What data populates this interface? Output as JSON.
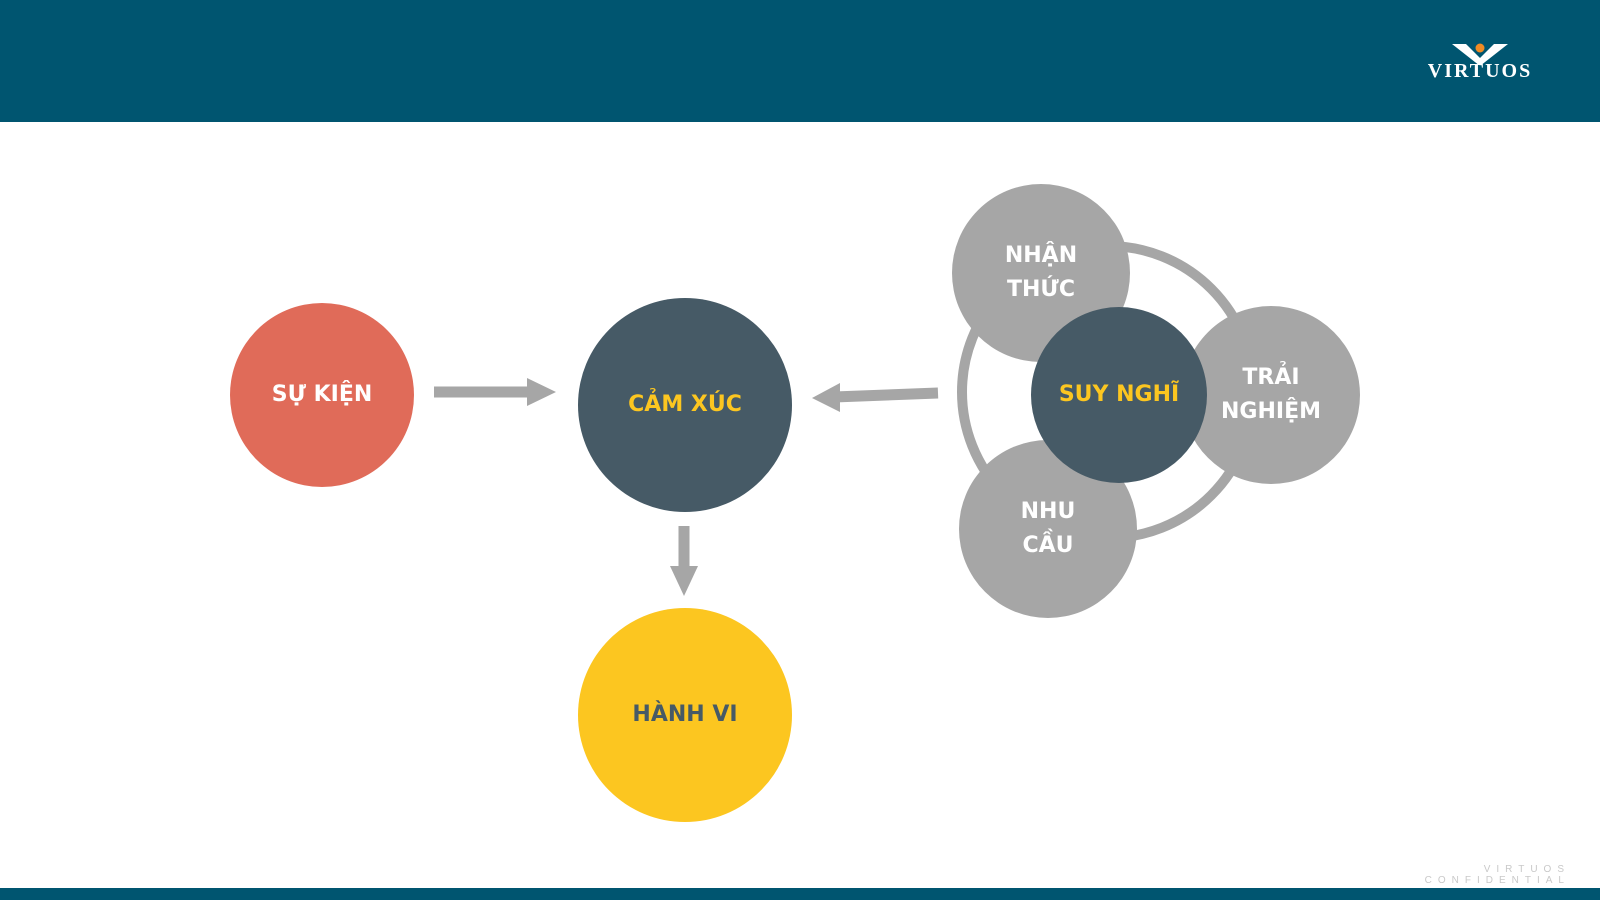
{
  "brand": {
    "logo_text": "VIRTUOS",
    "footer_text": "VIRTUOS CONFIDENTIAL",
    "bar_color": "#005570"
  },
  "nodes": {
    "event": "SỰ KIỆN",
    "emotion": "CẢM XÚC",
    "behavior": "HÀNH VI",
    "thought": "SUY NGHĨ",
    "perception": "NHẬN\nTHỨC",
    "experience": "TRẢI\nNGHIỆM",
    "need": "NHU\nCẦU"
  },
  "colors": {
    "event": "#e06b59",
    "emotion": "#465a66",
    "behavior": "#fcc620",
    "thought": "#465a66",
    "satellite": "#a6a6a6",
    "arrow": "#a6a6a6",
    "accent_text": "#fcc620",
    "dark_text": "#465a66"
  },
  "flow": [
    {
      "from": "event",
      "to": "emotion"
    },
    {
      "from": "thought",
      "to": "emotion"
    },
    {
      "from": "emotion",
      "to": "behavior"
    }
  ]
}
